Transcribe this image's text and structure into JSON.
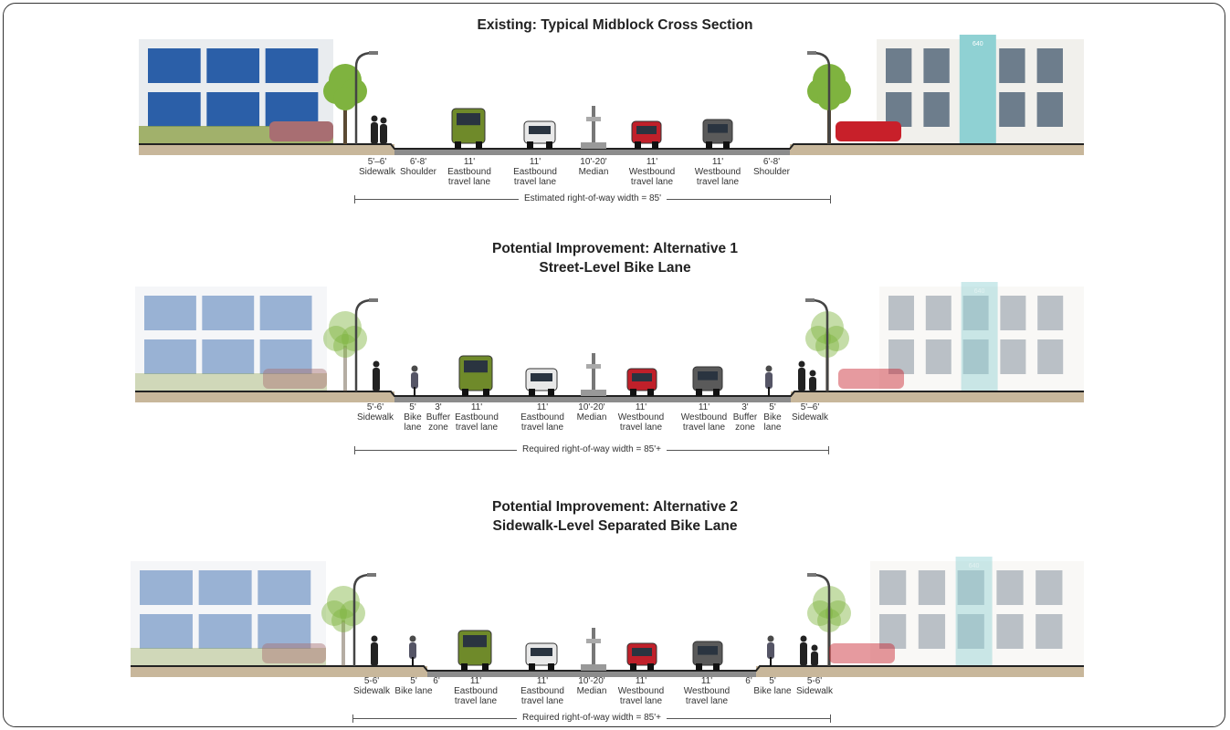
{
  "sections": [
    {
      "title": "Existing: Typical Midblock Cross Section",
      "subtitle": "",
      "segments": [
        {
          "dim": "5'–6'",
          "label": "Sidewalk"
        },
        {
          "dim": "6'-8'",
          "label": "Shoulder"
        },
        {
          "dim": "11'",
          "label": "Eastbound travel lane"
        },
        {
          "dim": "11'",
          "label": "Eastbound travel lane"
        },
        {
          "dim": "10'-20'",
          "label": "Median"
        },
        {
          "dim": "11'",
          "label": "Westbound travel lane"
        },
        {
          "dim": "11'",
          "label": "Westbound travel lane"
        },
        {
          "dim": "6'-8'",
          "label": "Shoulder"
        }
      ],
      "right_of_way": "Estimated right-of-way width = 85'"
    },
    {
      "title": "Potential Improvement: Alternative 1",
      "subtitle": "Street-Level Bike Lane",
      "segments": [
        {
          "dim": "5'-6'",
          "label": "Sidewalk"
        },
        {
          "dim": "5'",
          "label": "Bike lane"
        },
        {
          "dim": "3'",
          "label": "Buffer zone"
        },
        {
          "dim": "11'",
          "label": "Eastbound travel lane"
        },
        {
          "dim": "11'",
          "label": "Eastbound travel lane"
        },
        {
          "dim": "10'-20'",
          "label": "Median"
        },
        {
          "dim": "11'",
          "label": "Westbound travel lane"
        },
        {
          "dim": "11'",
          "label": "Westbound travel lane"
        },
        {
          "dim": "3'",
          "label": "Buffer zone"
        },
        {
          "dim": "5'",
          "label": "Bike lane"
        },
        {
          "dim": "5'–6'",
          "label": "Sidewalk"
        }
      ],
      "right_of_way": "Required right-of-way width = 85'+"
    },
    {
      "title": "Potential Improvement: Alternative 2",
      "subtitle": "Sidewalk-Level Separated Bike Lane",
      "segments": [
        {
          "dim": "5-6'",
          "label": "Sidewalk"
        },
        {
          "dim": "5'",
          "label": "Bike lane"
        },
        {
          "dim": "6'",
          "label": ""
        },
        {
          "dim": "11'",
          "label": "Eastbound travel lane"
        },
        {
          "dim": "11'",
          "label": "Eastbound travel lane"
        },
        {
          "dim": "10'-20'",
          "label": "Median"
        },
        {
          "dim": "11'",
          "label": "Westbound travel lane"
        },
        {
          "dim": "11'",
          "label": "Westbound travel lane"
        },
        {
          "dim": "6'",
          "label": ""
        },
        {
          "dim": "5'",
          "label": "Bike lane"
        },
        {
          "dim": "5-6'",
          "label": "Sidewalk"
        }
      ],
      "right_of_way": "Required right-of-way width = 85'+"
    }
  ],
  "colors": {
    "road": "#8c8c8c",
    "ground": "#c8b79b",
    "tree": "#7fb33f",
    "truck": "#6f8a2a",
    "red_car": "#c0202a",
    "gray_car": "#5a5a5a",
    "white_car": "#e8e8e8"
  },
  "building_number": "640"
}
